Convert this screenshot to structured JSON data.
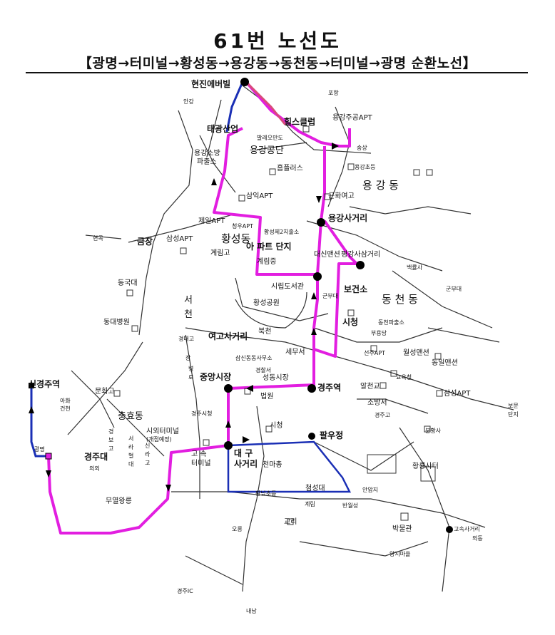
{
  "map": {
    "title": "61번 노선도",
    "subtitle": "【광명→터미널→황성동→용강동→동천동→터미널→광명 순환노선】",
    "colors": {
      "route_main": "#e21ee0",
      "route_blue": "#1a2fb5",
      "route_red": "#d94a7a",
      "road": "#333333",
      "stop": "#000000"
    },
    "labels": {
      "hyundai": "현진에버빌",
      "angang": "안강",
      "pohang": "포항",
      "hillsclub": "힐스클럽",
      "yonggang_apt": "용강주공APT",
      "taerim": "태광산업",
      "yonggang_gongdan": "용강공단",
      "balnoe": "발레오만도",
      "songsang": "송상",
      "firestation": "용강소방\n파출소",
      "homeplus": "홈플러스",
      "yonggang_es": "용강초등",
      "yonggang_dong": "용 강 동",
      "samik": "삼익APT",
      "hwahwa": "근화여고",
      "yonggang_junction": "용강사거리",
      "hyeongok": "현곡",
      "geumjang": "금장",
      "samsung_apt1": "삼성APT",
      "jeil": "제일APT",
      "cheongu": "청우APT",
      "hwangseong_dong": "황성동",
      "apt_danji": "아 파트 단지",
      "gyerim_hs": "계림고",
      "gyerim_ms": "계림중",
      "daesin": "대신맨션",
      "pyeonggang": "평강사삼거리",
      "baeknyulsa": "백률사",
      "donggukdae": "동국대",
      "library": "시립도서관",
      "health": "보건소",
      "gunbudae1": "군부대",
      "gunbudae2": "군부대",
      "dongcheon_dong": "동 천 동",
      "hwangseong_park": "황성공원",
      "dongdae_hosp": "동대병원",
      "seo": "서",
      "cheon": "천",
      "gyeongdaego": "경대고",
      "yeogo_junction": "여고사거리",
      "bukcheon": "북천",
      "cityhall_old": "시청",
      "dongcheon_police": "동천파출소",
      "buyongdang": "부용당",
      "seonju_apt": "선주APT",
      "wolseong": "월성맨션",
      "jangseong": "장성",
      "bukbu": "북부",
      "semuseo": "세무서",
      "singyeongju_st": "신경주역",
      "ahwa": "아화\n건천",
      "munhwa_hs": "문화고",
      "ssangdo": "삼신동동사무소",
      "jungang_market": "중앙시장",
      "gyeonggi": "경찰서",
      "seongdong": "성동시장",
      "gyeongju_st": "경주역",
      "allyeongyo": "알천교",
      "sobangseo": "소방서",
      "gyeongju_hs": "경주고",
      "yugyojang": "교육청",
      "dongil": "동일맨션",
      "samsung_apt2": "삼성APT",
      "bomun": "보문\n단지",
      "chunghyo": "충효동",
      "gyeongbo": "경\n보\n고",
      "seorabeol": "서\n라\n벌\n대",
      "sinra": "신\n라\n고",
      "inter_terminal": "시외터미널\n(개점예정)",
      "gyeongju_city": "경주시청",
      "court": "법원",
      "city_hall": "시청",
      "jeonwoojeong": "팔우정",
      "bunhwangsa": "분황사",
      "hwangnyongsa": "황룡사터",
      "gwangmyeong": "광명",
      "gyeongjudae": "경주대",
      "oe": "외외",
      "gosok": "고 속\n터미널",
      "dae": "대\n구\n사거리",
      "cheonmachong": "천마총",
      "chumseongdae": "첨성대",
      "anapji": "안압지",
      "hwangnam": "황남초등",
      "gyerim2": "계림",
      "banwolseong": "반월성",
      "muyeol": "무열왕릉",
      "bulgyo": "교리",
      "museum": "박물관",
      "gosok_junction": "고속사거리",
      "oedong": "외동",
      "ojung": "오릉",
      "yangji": "양지마을",
      "gyeongju_ic": "경주IC",
      "naenam": "내남",
      "seoul_hwangseong": "황성제2치출소"
    }
  }
}
